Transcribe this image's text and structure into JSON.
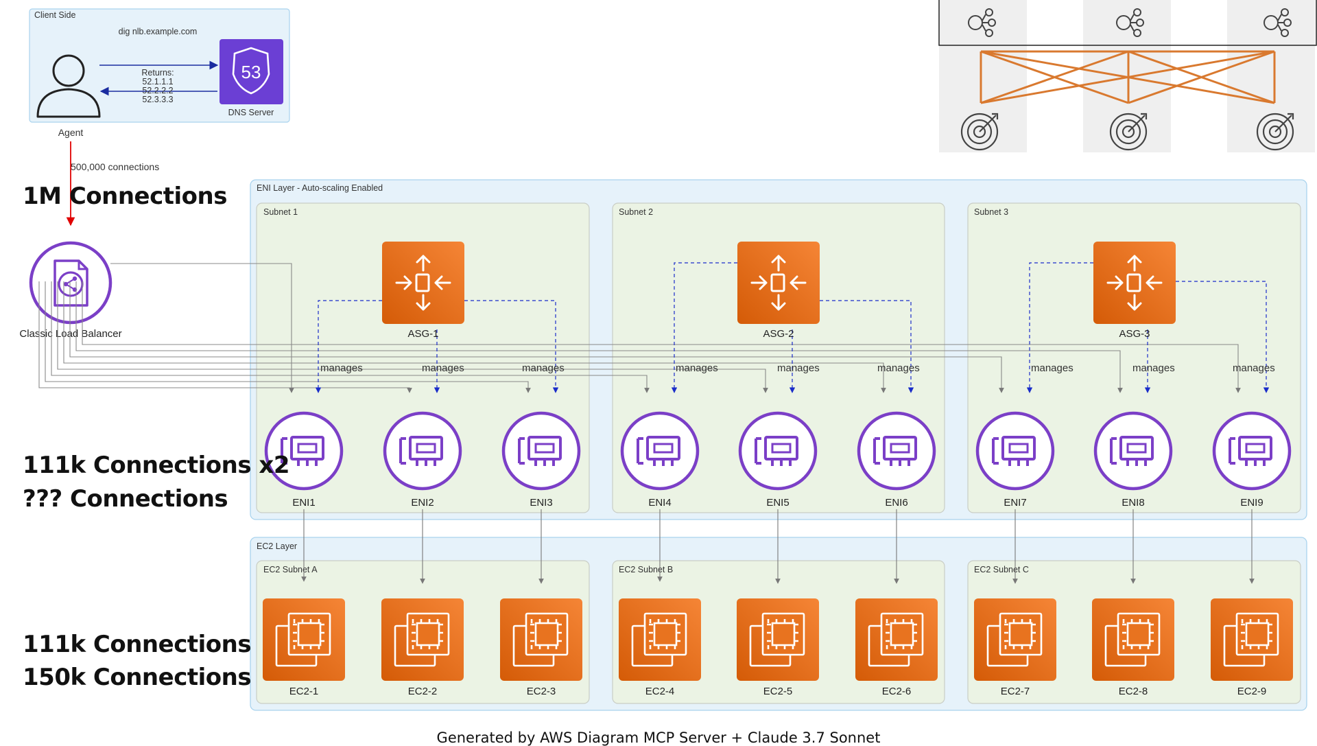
{
  "colors": {
    "orange_dark": "#d45b07",
    "orange_light": "#f58536",
    "purple": "#7b3fc7",
    "route53": "#6b3fd4",
    "blue_arrow": "#1a2cc9",
    "red_arrow": "#e00000",
    "group_blue_bg": "#e6f2fa",
    "group_blue_border": "#a9d3ee",
    "subnet_bg": "#ebf3e4",
    "lb_connector": "#888888"
  },
  "client": {
    "group_label": "Client Side",
    "dig_command": "dig nlb.example.com",
    "returns_label": "Returns:",
    "returns_ips": [
      "52.1.1.1",
      "52.2.2.2",
      "52.3.3.3"
    ],
    "dns_label": "DNS Server",
    "dns_icon": "route53-icon",
    "agent_label": "Agent",
    "agent_icon": "user-icon"
  },
  "agent_to_lb_label": "500,000 connections",
  "load_balancer": {
    "label": "Classic Load Balancer",
    "icon": "load-balancer-icon"
  },
  "eni_layer": {
    "label": "ENI Layer - Auto-scaling Enabled",
    "subnets": [
      {
        "label": "Subnet 1",
        "asg": "ASG-1",
        "enis": [
          "ENI1",
          "ENI2",
          "ENI3"
        ]
      },
      {
        "label": "Subnet 2",
        "asg": "ASG-2",
        "enis": [
          "ENI4",
          "ENI5",
          "ENI6"
        ]
      },
      {
        "label": "Subnet 3",
        "asg": "ASG-3",
        "enis": [
          "ENI7",
          "ENI8",
          "ENI9"
        ]
      }
    ],
    "manages_label": "manages"
  },
  "ec2_layer": {
    "label": "EC2 Layer",
    "subnets": [
      {
        "label": "EC2 Subnet A",
        "instances": [
          "EC2-1",
          "EC2-2",
          "EC2-3"
        ]
      },
      {
        "label": "EC2 Subnet B",
        "instances": [
          "EC2-4",
          "EC2-5",
          "EC2-6"
        ]
      },
      {
        "label": "EC2 Subnet C",
        "instances": [
          "EC2-7",
          "EC2-8",
          "EC2-9"
        ]
      }
    ]
  },
  "annotations": {
    "one_million": "1M Connections",
    "eni_line1": "111k Connections x2",
    "eni_line2": "??? Connections",
    "ec2_line1": "111k Connections",
    "ec2_line2": "150k Connections"
  },
  "inset": {
    "top_icons": "load-balancer-node-icon",
    "bottom_icons": "target-icon"
  },
  "footer": "Generated by AWS Diagram MCP Server + Claude 3.7 Sonnet"
}
